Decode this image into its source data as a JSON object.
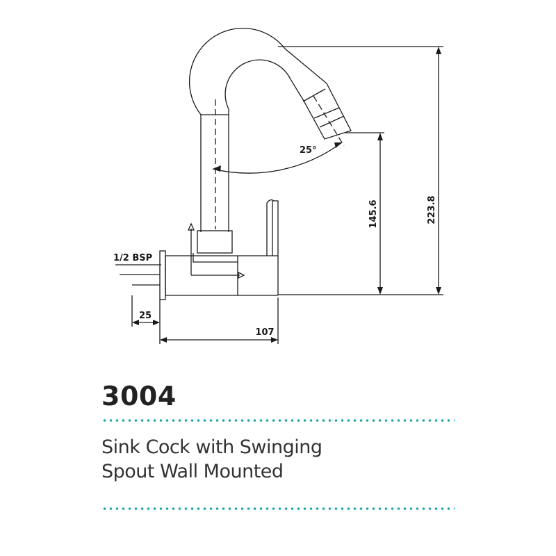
{
  "drawing": {
    "thread_label": "1/2 BSP",
    "angle_label": "25°",
    "spout_height": "145.6",
    "overall_height": "223.8",
    "flange_depth": "25",
    "projection": "107"
  },
  "product": {
    "code": "3004",
    "description_line1": "Sink Cock with Swinging",
    "description_line2": "Spout Wall Mounted"
  },
  "colors": {
    "line": "#1a1a1a",
    "accent_dots": "#1aa5a8",
    "text": "#333333"
  }
}
